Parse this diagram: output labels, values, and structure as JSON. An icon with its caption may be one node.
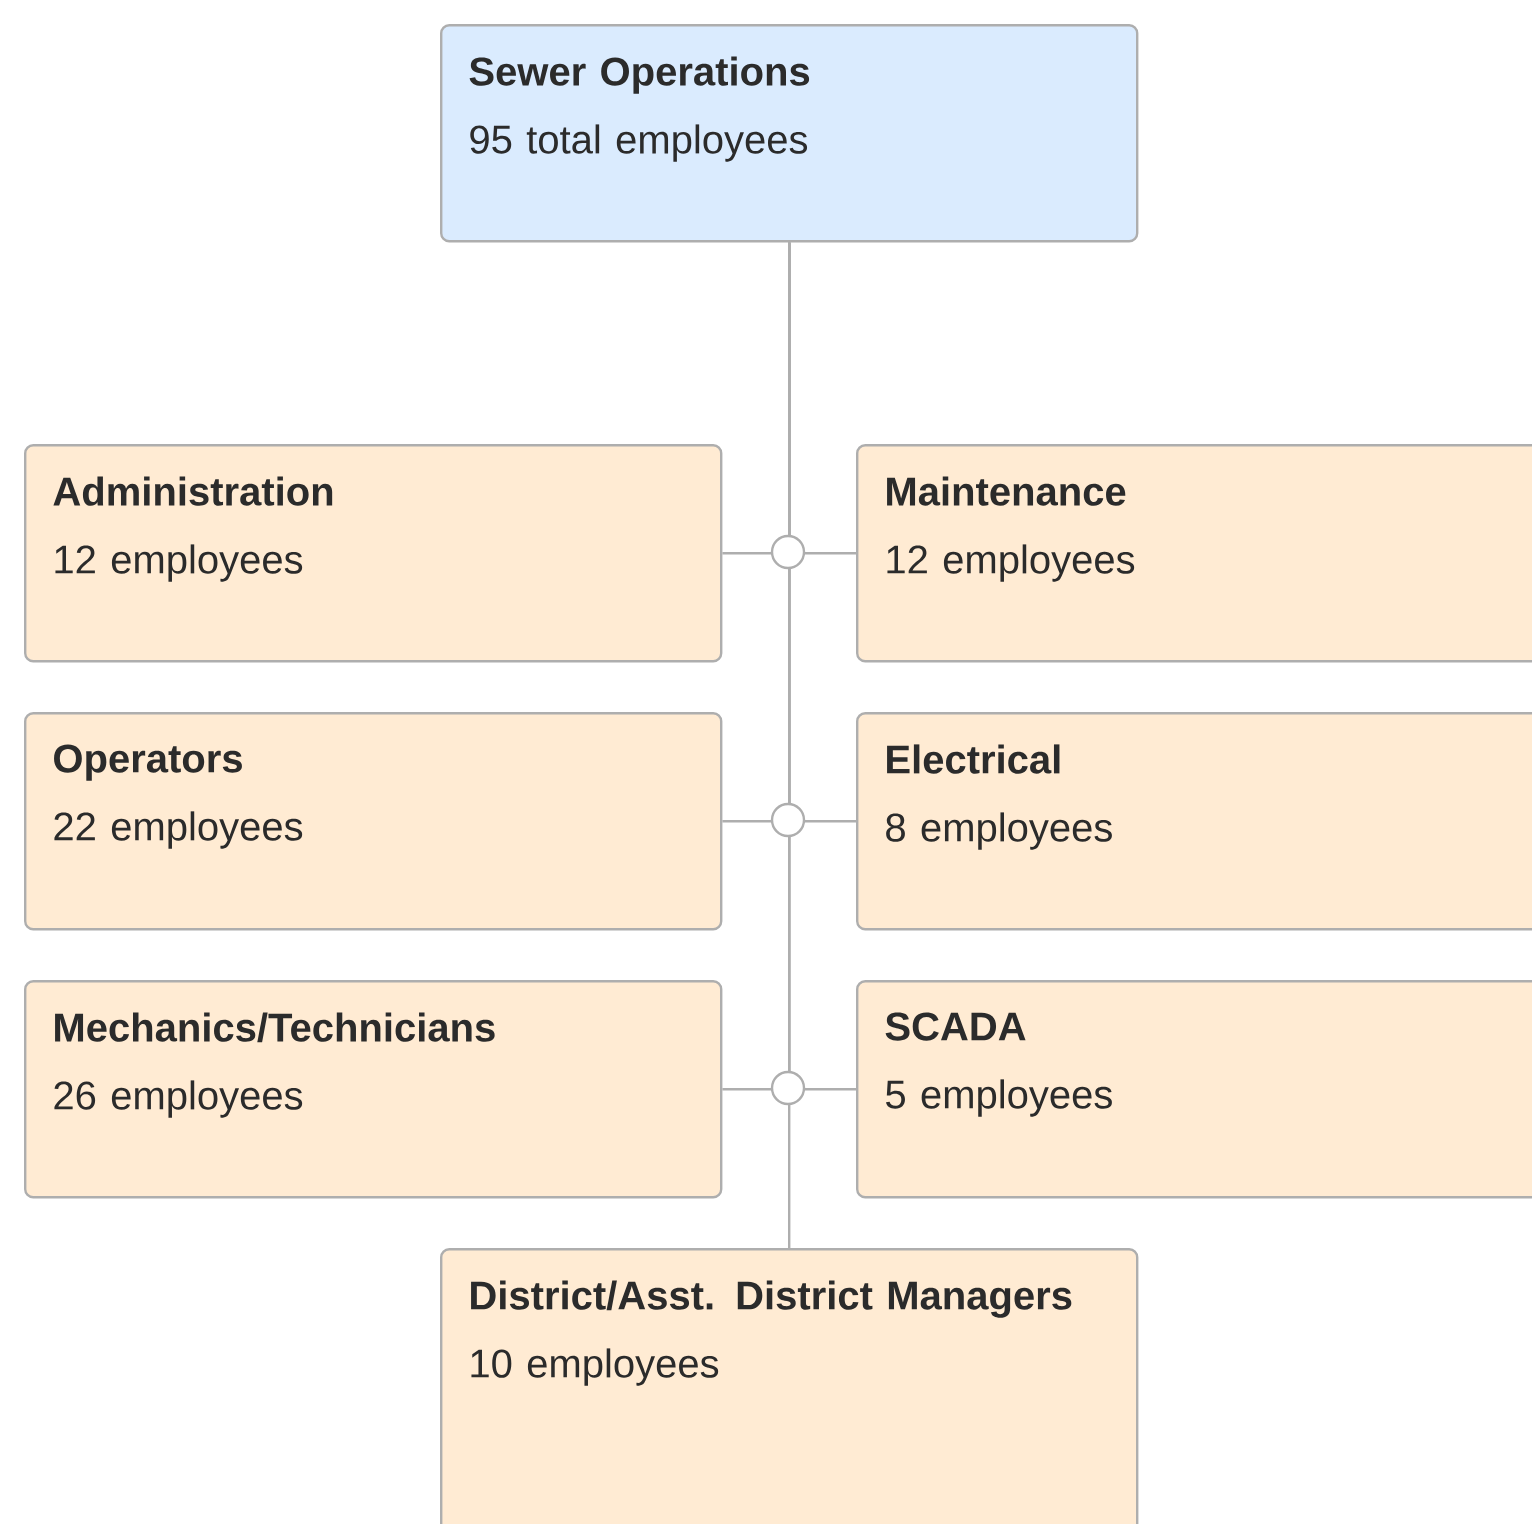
{
  "diagram": {
    "nodes": [
      {
        "text": [
          "Sewer Operations",
          "95 total employees"
        ]
      },
      {
        "text": [
          "Administration",
          "12 employees"
        ]
      },
      {
        "text": [
          "Maintenance",
          "12 employees"
        ]
      },
      {
        "text": [
          "Operators",
          "22 employees"
        ]
      },
      {
        "text": [
          "Electrical",
          "8 employees"
        ]
      },
      {
        "text": [
          "Mechanics/Technicians",
          "26 employees"
        ]
      },
      {
        "text": [
          "SCADA",
          "5 employees"
        ]
      },
      {
        "text": [
          "District/Asst. District Managers",
          "10 employees"
        ]
      }
    ],
    "edges": [
      {
        "from": 0,
        "to": 1,
        "arrow": "none"
      },
      {
        "from": 0,
        "to": 2,
        "arrow": "none"
      },
      {
        "from": 0,
        "to": 3,
        "arrow": "none"
      },
      {
        "from": 0,
        "to": 4,
        "arrow": "none"
      },
      {
        "from": 0,
        "to": 5,
        "arrow": "none"
      },
      {
        "from": 0,
        "to": 6,
        "arrow": "none"
      },
      {
        "from": 0,
        "to": 7,
        "arrow": "none"
      }
    ]
  }
}
